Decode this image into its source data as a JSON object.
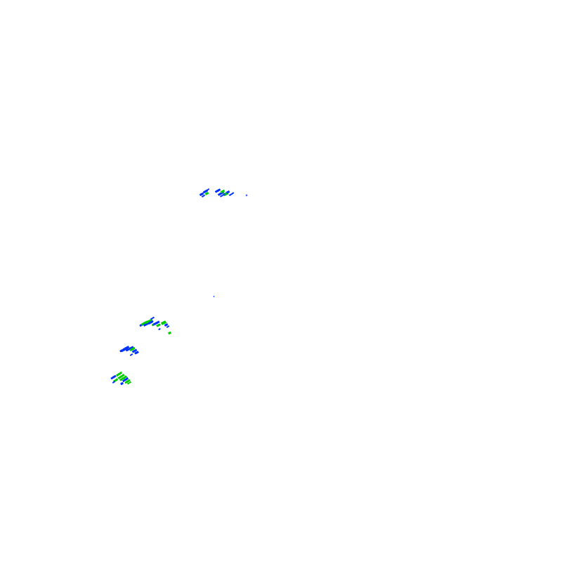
{
  "map": {
    "background_color": "#ffffff",
    "legend_colors": {
      "light": "#00cc00",
      "moderate": "#0033ff"
    },
    "echo_clusters": [
      {
        "name": "echo-cluster-northeast",
        "intensity_mix": [
          "moderate",
          "light"
        ]
      },
      {
        "name": "echo-cluster-west-upper",
        "intensity_mix": [
          "light",
          "moderate"
        ]
      },
      {
        "name": "echo-cluster-west-middle",
        "intensity_mix": [
          "moderate"
        ]
      },
      {
        "name": "echo-cluster-west-lower",
        "intensity_mix": [
          "light",
          "moderate"
        ]
      }
    ]
  }
}
